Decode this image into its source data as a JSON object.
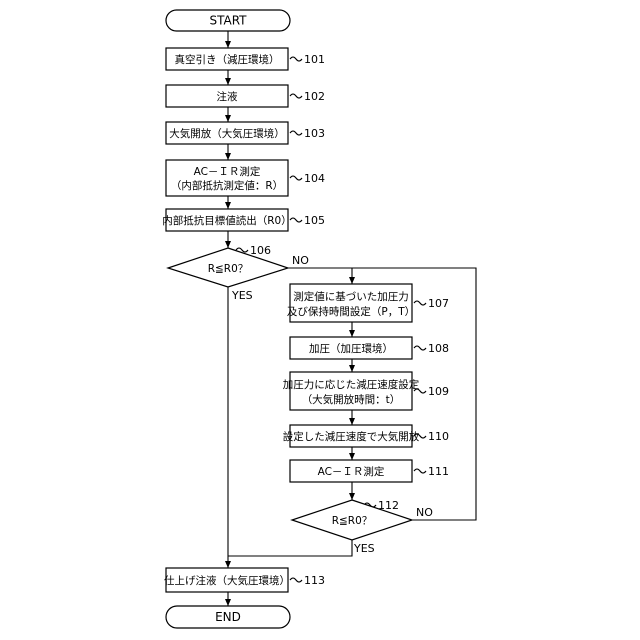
{
  "nodes": {
    "start": {
      "label": "START"
    },
    "s101": {
      "label": "真空引き（減圧環境）",
      "ref": "101"
    },
    "s102": {
      "label": "注液",
      "ref": "102"
    },
    "s103": {
      "label": "大気開放（大気圧環境）",
      "ref": "103"
    },
    "s104": {
      "lines": [
        "AC－ＩＲ測定",
        "（内部抵抗測定値：R）"
      ],
      "ref": "104"
    },
    "s105": {
      "label": "内部抵抗目標値読出（R0）",
      "ref": "105"
    },
    "d106": {
      "label": "R≦R0？",
      "ref": "106",
      "yes": "YES",
      "no": "NO"
    },
    "s107": {
      "lines": [
        "測定値に基づいた加圧力",
        "及び保持時間設定（P，T）"
      ],
      "ref": "107"
    },
    "s108": {
      "label": "加圧（加圧環境）",
      "ref": "108"
    },
    "s109": {
      "lines": [
        "加圧力に応じた減圧速度設定",
        "（大気開放時間：t）"
      ],
      "ref": "109"
    },
    "s110": {
      "label": "設定した減圧速度で大気開放",
      "ref": "110"
    },
    "s111": {
      "label": "AC－ＩＲ測定",
      "ref": "111"
    },
    "d112": {
      "label": "R≦R0？",
      "ref": "112",
      "yes": "YES",
      "no": "NO"
    },
    "s113": {
      "label": "仕上げ注液（大気圧環境）",
      "ref": "113"
    },
    "end": {
      "label": "END"
    }
  }
}
